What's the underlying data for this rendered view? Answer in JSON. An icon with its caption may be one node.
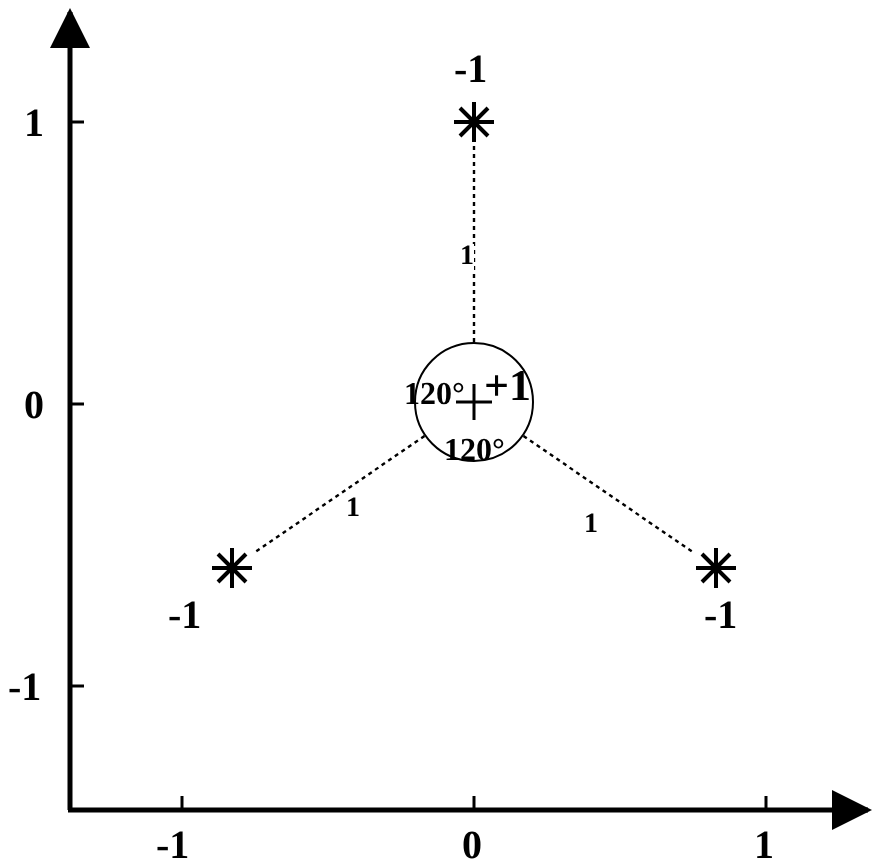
{
  "diagram": {
    "nodes": [
      {
        "text": [
          "-1"
        ]
      },
      {
        "text": [
          "+1"
        ]
      },
      {
        "text": [
          "-1"
        ]
      },
      {
        "text": [
          "-1"
        ]
      }
    ],
    "edges": [
      {
        "from": 1,
        "to": 0,
        "arrow": "none",
        "label": "1",
        "style": "dashed"
      },
      {
        "from": 1,
        "to": 2,
        "arrow": "none",
        "label": "1",
        "style": "dashed"
      },
      {
        "from": 1,
        "to": 3,
        "arrow": "none",
        "label": "1",
        "style": "dashed"
      }
    ],
    "labels": [
      "1",
      "0",
      "-1",
      "120°",
      "120°",
      "-1",
      "0",
      "1"
    ]
  }
}
